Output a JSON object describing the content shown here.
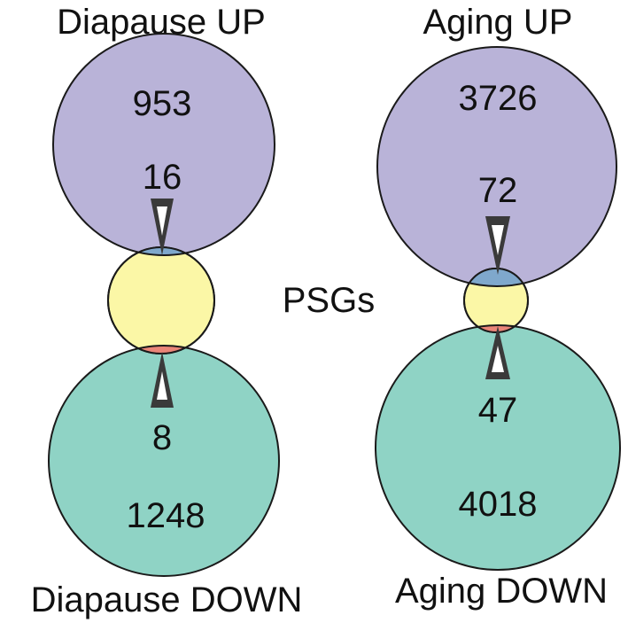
{
  "colors": {
    "up_fill": "#b9b3d8",
    "down_fill": "#8fd3c5",
    "psg_fill": "#fbf7a6",
    "up_overlap": "#7fa8cc",
    "down_overlap": "#ea8578",
    "outline": "#1a1a1a",
    "arrow": "#3a3a3a"
  },
  "center_label": "PSGs",
  "diapause": {
    "up_label": "Diapause UP",
    "down_label": "Diapause DOWN",
    "up_count": "953",
    "up_overlap": "16",
    "down_overlap": "8",
    "down_count": "1248"
  },
  "aging": {
    "up_label": "Aging UP",
    "down_label": "Aging DOWN",
    "up_count": "3726",
    "up_overlap": "72",
    "down_overlap": "47",
    "down_count": "4018"
  }
}
